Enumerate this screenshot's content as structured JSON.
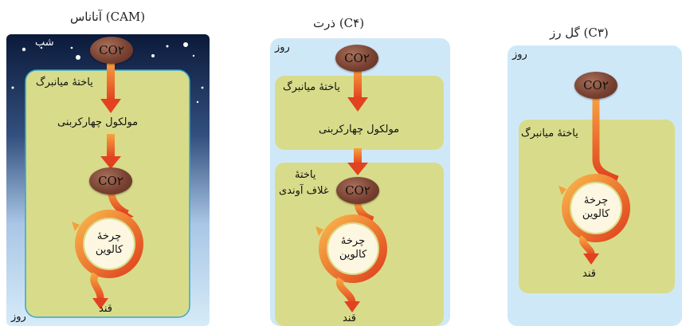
{
  "cam": {
    "title": "آناناس (CAM)",
    "night_label": "شب",
    "day_label": "روز",
    "cell_label": "یاختهٔ میانبرگ",
    "molecule_label": "مولکول چهارکربنی",
    "co2_label": "CO۲",
    "cycle_line1": "چرخهٔ",
    "cycle_line2": "کالوین",
    "sugar_label": "قند"
  },
  "c4": {
    "title": "ذرت (C۴)",
    "day_label": "روز",
    "cell_label": "یاختهٔ میانبرگ",
    "molecule_label": "مولکول چهارکربنی",
    "sheath_label_line1": "یاختهٔ",
    "sheath_label_line2": "غلاف آوندی",
    "co2_label": "CO۲",
    "cycle_line1": "چرخهٔ",
    "cycle_line2": "کالوین",
    "sugar_label": "قند"
  },
  "c3": {
    "title": "گل رز (C۳)",
    "day_label": "روز",
    "cell_label": "یاختهٔ میانبرگ",
    "co2_label": "CO۲",
    "cycle_line1": "چرخهٔ",
    "cycle_line2": "کالوین",
    "sugar_label": "قند"
  },
  "colors": {
    "night_top": "#0b1a3a",
    "day_bg": "#cfe8f8",
    "cell_green": "#d8dc8a",
    "arrow_orange": "#e8542a",
    "cycle_cream": "#fdf6e0"
  }
}
